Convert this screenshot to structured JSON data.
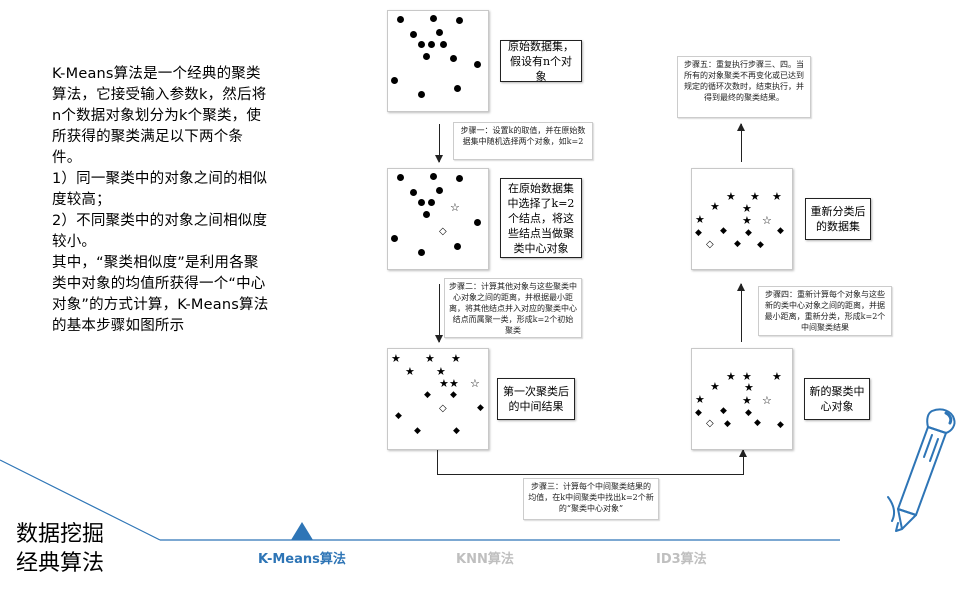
{
  "intro": {
    "lines": [
      "K-Means算法是一个经典的聚类算法，它接受输入参数k，然后将n个数据对象划分为k个聚类，使所获得的聚类满足以下两个条件。",
      "1）同一聚类中的对象之间的相似度较高；",
      "2）不同聚类中的对象之间相似度较小。",
      "其中，“聚类相似度”是利用各聚类中对象的均值所获得一个“中心对象”的方式计算，K-Means算法的基本步骤如图所示"
    ]
  },
  "diagram": {
    "labels": {
      "original": "原始数据集，假设有n个对象",
      "selected": "在原始数据集中选择了k=2个结点，将这些结点当做聚类中心对象",
      "first_result": "第一次聚类后的中间结果",
      "new_centers": "新的聚类中心对象",
      "regrouped": "重新分类后的数据集"
    },
    "steps": {
      "step1": "步骤一：设置k的取值，并在原始数据集中随机选择两个对象，如k=2",
      "step2": "步骤二：计算其他对象与这些聚类中心对象之间的距离，并根据最小距离，将其他结点并入对应的聚类中心结点而属聚一类，形成k=2个初始聚类",
      "step3": "步骤三：计算每个中间聚类结果的均值，在k中间聚类中找出k=2个新的“聚类中心对象”",
      "step4": "步骤四：重新计算每个对象与这些新的类中心对象之间的距离，并据最小距离，重新分类，形成k=2个中间聚类结果",
      "step5": "步骤五：重复执行步骤三、四。当所有的对象聚类不再变化或已达到规定的循环次数时，结束执行，并得到最终的聚类结果。"
    }
  },
  "footer": {
    "title_line1": "数据挖掘",
    "title_line2": "经典算法",
    "nav": [
      "K-Means算法",
      "KNN算法",
      "ID3算法"
    ],
    "active_index": 0
  },
  "colors": {
    "accent": "#2e75b6",
    "inactive": "#bfbfbf",
    "corner_line": "#2e75b6"
  },
  "icons": {
    "pencil": "pencil-icon",
    "nav_indicator": "triangle-indicator-icon"
  }
}
